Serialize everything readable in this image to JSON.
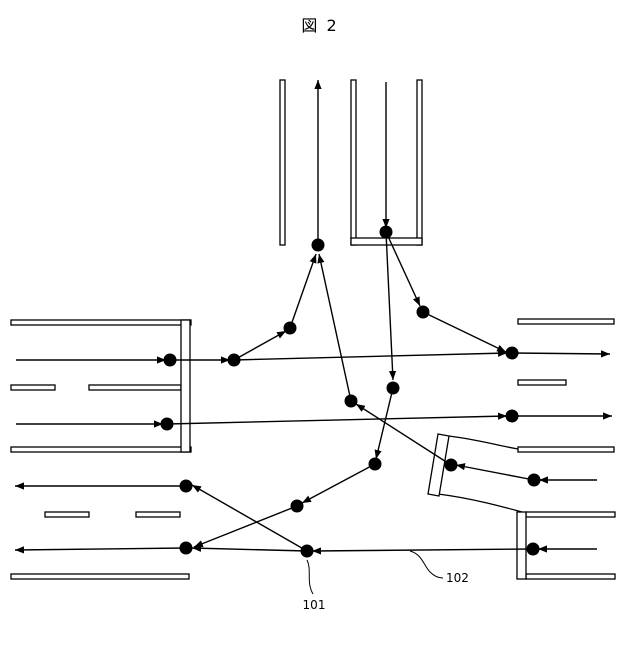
{
  "figure": {
    "title": "図 2",
    "labels": {
      "ref_101": "101",
      "ref_102": "102"
    }
  }
}
